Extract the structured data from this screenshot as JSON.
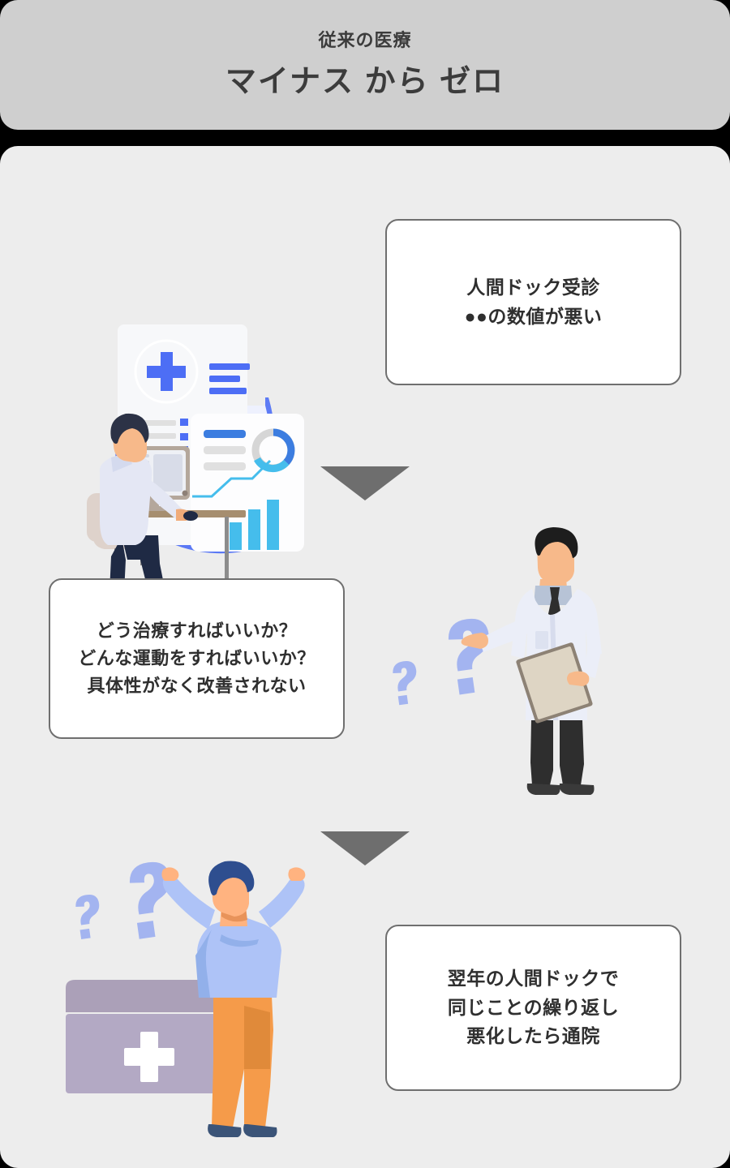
{
  "header": {
    "subtitle": "従来の医療",
    "title": "マイナス から ゼロ",
    "background_color": "#cfcfcf",
    "text_color": "#3c3c3c"
  },
  "body": {
    "background_color": "#ededed"
  },
  "steps": [
    {
      "id": "step-1",
      "illustration": "doctor-at-desk-with-medical-report-illustration",
      "card": {
        "lines": [
          "人間ドック受診",
          "●●の数値が悪い"
        ]
      }
    },
    {
      "id": "step-2",
      "illustration": "doctor-pointing-with-question-marks-illustration",
      "card": {
        "lines": [
          "どう治療すればいいか？",
          "どんな運動をすればいいか？",
          "具体性がなく改善されない"
        ]
      }
    },
    {
      "id": "step-3",
      "illustration": "confused-man-with-medical-box-illustration",
      "card": {
        "lines": [
          "翌年の人間ドックで",
          "同じことの繰り返し",
          "悪化したら通院"
        ]
      }
    }
  ],
  "arrows": [
    {
      "name": "arrow-step-1-to-2",
      "direction": "down",
      "color": "#6e6e6e"
    },
    {
      "name": "arrow-step-2-to-3",
      "direction": "down",
      "color": "#6e6e6e"
    }
  ],
  "card_style": {
    "background_color": "#ffffff",
    "border_color": "#6f6f6f",
    "text_color": "#2f2f2f"
  },
  "palette": {
    "accent_blue": "#4d6ef5",
    "light_blue": "#45bdec",
    "question_mark_blue": "#a3b4f0",
    "skin": "#ffb380",
    "coat_white": "#e4e7f4",
    "navy": "#1f2a44",
    "hair_navy": "#2e4e8f",
    "shirt_periwinkle": "#aec3f7",
    "pants_orange": "#f59b4a",
    "box_mauve": "#b3a9c4",
    "chair_beige": "#ded2cb",
    "desk_brown": "#a68e6f",
    "document_white": "#f7f8fa",
    "line_gray": "#e0e0e0"
  }
}
